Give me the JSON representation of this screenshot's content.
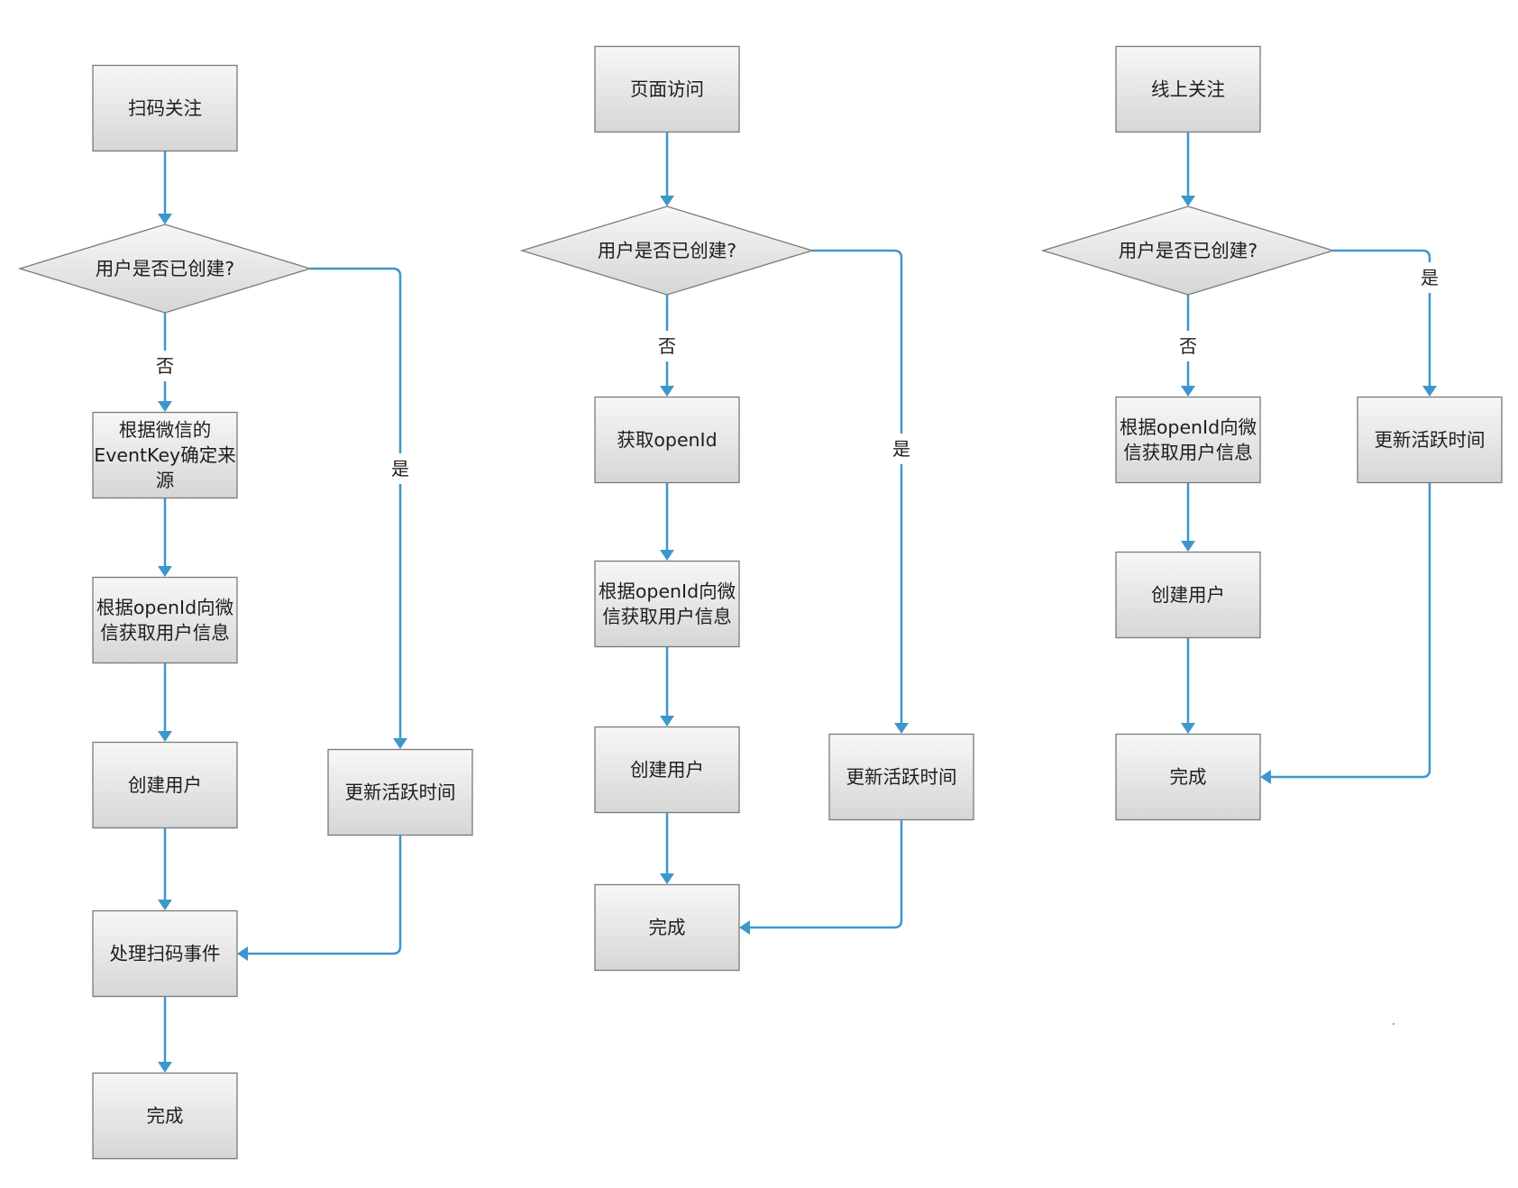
{
  "colors": {
    "node_fill_top": "#f7f7f7",
    "node_fill_bottom": "#d6d6d6",
    "node_stroke": "#7a7a7a",
    "connector": "#3d97cc",
    "text": "#1e1e1e"
  },
  "flows": [
    {
      "nodes": [
        {
          "id": "scan-follow",
          "shape": "process",
          "lines": [
            "扫码关注"
          ]
        },
        {
          "id": "is-user-created",
          "shape": "decision",
          "lines": [
            "用户是否已创建?"
          ]
        },
        {
          "id": "eventkey-source",
          "shape": "process",
          "lines": [
            "根据微信的",
            "EventKey确定来",
            "源"
          ]
        },
        {
          "id": "fetch-user-info",
          "shape": "process",
          "lines": [
            "根据openId向微",
            "信获取用户信息"
          ]
        },
        {
          "id": "create-user",
          "shape": "process",
          "lines": [
            "创建用户"
          ]
        },
        {
          "id": "update-active-time",
          "shape": "process",
          "lines": [
            "更新活跃时间"
          ]
        },
        {
          "id": "handle-scan-event",
          "shape": "process",
          "lines": [
            "处理扫码事件"
          ]
        },
        {
          "id": "done",
          "shape": "process",
          "lines": [
            "完成"
          ]
        }
      ],
      "edges": [
        {
          "from": "scan-follow",
          "to": "is-user-created",
          "label": ""
        },
        {
          "from": "is-user-created",
          "to": "eventkey-source",
          "label": "否"
        },
        {
          "from": "eventkey-source",
          "to": "fetch-user-info",
          "label": ""
        },
        {
          "from": "fetch-user-info",
          "to": "create-user",
          "label": ""
        },
        {
          "from": "create-user",
          "to": "handle-scan-event",
          "label": ""
        },
        {
          "from": "is-user-created",
          "to": "update-active-time",
          "label": "是"
        },
        {
          "from": "update-active-time",
          "to": "handle-scan-event",
          "label": ""
        },
        {
          "from": "handle-scan-event",
          "to": "done",
          "label": ""
        }
      ]
    },
    {
      "nodes": [
        {
          "id": "page-visit",
          "shape": "process",
          "lines": [
            "页面访问"
          ]
        },
        {
          "id": "is-user-created",
          "shape": "decision",
          "lines": [
            "用户是否已创建?"
          ]
        },
        {
          "id": "get-openid",
          "shape": "process",
          "lines": [
            "获取openId"
          ]
        },
        {
          "id": "fetch-user-info",
          "shape": "process",
          "lines": [
            "根据openId向微",
            "信获取用户信息"
          ]
        },
        {
          "id": "create-user",
          "shape": "process",
          "lines": [
            "创建用户"
          ]
        },
        {
          "id": "update-active-time",
          "shape": "process",
          "lines": [
            "更新活跃时间"
          ]
        },
        {
          "id": "done",
          "shape": "process",
          "lines": [
            "完成"
          ]
        }
      ],
      "edges": [
        {
          "from": "page-visit",
          "to": "is-user-created",
          "label": ""
        },
        {
          "from": "is-user-created",
          "to": "get-openid",
          "label": "否"
        },
        {
          "from": "get-openid",
          "to": "fetch-user-info",
          "label": ""
        },
        {
          "from": "fetch-user-info",
          "to": "create-user",
          "label": ""
        },
        {
          "from": "create-user",
          "to": "done",
          "label": ""
        },
        {
          "from": "is-user-created",
          "to": "update-active-time",
          "label": "是"
        },
        {
          "from": "update-active-time",
          "to": "done",
          "label": ""
        }
      ]
    },
    {
      "nodes": [
        {
          "id": "online-follow",
          "shape": "process",
          "lines": [
            "线上关注"
          ]
        },
        {
          "id": "is-user-created",
          "shape": "decision",
          "lines": [
            "用户是否已创建?"
          ]
        },
        {
          "id": "fetch-user-info",
          "shape": "process",
          "lines": [
            "根据openId向微",
            "信获取用户信息"
          ]
        },
        {
          "id": "create-user",
          "shape": "process",
          "lines": [
            "创建用户"
          ]
        },
        {
          "id": "update-active-time",
          "shape": "process",
          "lines": [
            "更新活跃时间"
          ]
        },
        {
          "id": "done",
          "shape": "process",
          "lines": [
            "完成"
          ]
        }
      ],
      "edges": [
        {
          "from": "online-follow",
          "to": "is-user-created",
          "label": ""
        },
        {
          "from": "is-user-created",
          "to": "fetch-user-info",
          "label": "否"
        },
        {
          "from": "fetch-user-info",
          "to": "create-user",
          "label": ""
        },
        {
          "from": "create-user",
          "to": "done",
          "label": ""
        },
        {
          "from": "is-user-created",
          "to": "update-active-time",
          "label": "是"
        },
        {
          "from": "update-active-time",
          "to": "done",
          "label": ""
        }
      ]
    }
  ]
}
